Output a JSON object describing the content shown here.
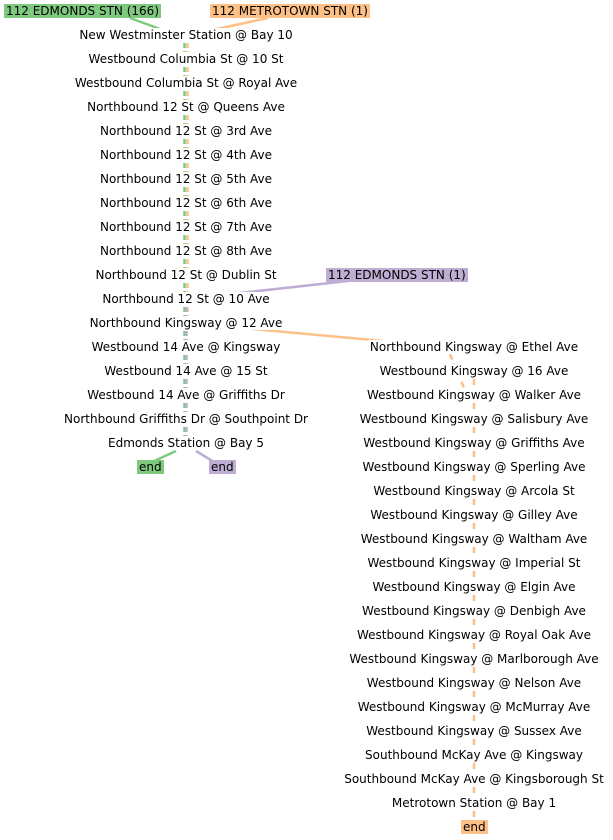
{
  "colors": {
    "edmonds_main": "#7fc97f",
    "metrotown": "#fdc086",
    "edmonds_short": "#beaed4",
    "background": "#ffffff"
  },
  "routes": {
    "edmonds_166": "112 EDMONDS STN (166)",
    "metrotown_1": "112 METROTOWN STN (1)",
    "edmonds_1": "112 EDMONDS STN (1)"
  },
  "end_labels": {
    "edmonds_166": "end",
    "edmonds_1": "end",
    "metrotown_1": "end"
  },
  "shared_stops": [
    "New Westminster Station @ Bay 10",
    "Westbound Columbia St @ 10 St",
    "Westbound Columbia St @ Royal Ave",
    "Northbound 12 St @ Queens Ave",
    "Northbound 12 St @ 3rd Ave",
    "Northbound 12 St @ 4th Ave",
    "Northbound 12 St @ 5th Ave",
    "Northbound 12 St @ 6th Ave",
    "Northbound 12 St @ 7th Ave",
    "Northbound 12 St @ 8th Ave",
    "Northbound 12 St @ Dublin St",
    "Northbound 12 St @ 10 Ave",
    "Northbound Kingsway @ 12 Ave",
    "Westbound 14 Ave @ Kingsway",
    "Westbound 14 Ave @ 15 St",
    "Westbound 14 Ave @ Griffiths Dr",
    "Northbound Griffiths Dr @ Southpoint Dr",
    "Edmonds Station @ Bay 5"
  ],
  "metrotown_stops": [
    "Northbound Kingsway @ Ethel Ave",
    "Westbound Kingsway @ 16 Ave",
    "Westbound Kingsway @ Walker Ave",
    "Westbound Kingsway @ Salisbury Ave",
    "Westbound Kingsway @ Griffiths Ave",
    "Westbound Kingsway @ Sperling Ave",
    "Westbound Kingsway @ Arcola St",
    "Westbound Kingsway @ Gilley Ave",
    "Westbound Kingsway @ Waltham Ave",
    "Westbound Kingsway @ Imperial St",
    "Westbound Kingsway @ Elgin Ave",
    "Westbound Kingsway @ Denbigh Ave",
    "Westbound Kingsway @ Royal Oak Ave",
    "Westbound Kingsway @ Marlborough Ave",
    "Westbound Kingsway @ Nelson Ave",
    "Westbound Kingsway @ McMurray Ave",
    "Westbound Kingsway @ Sussex Ave",
    "Southbound McKay Ave @ Kingsway",
    "Southbound McKay Ave @ Kingsborough St",
    "Metrotown Station @ Bay 1"
  ]
}
